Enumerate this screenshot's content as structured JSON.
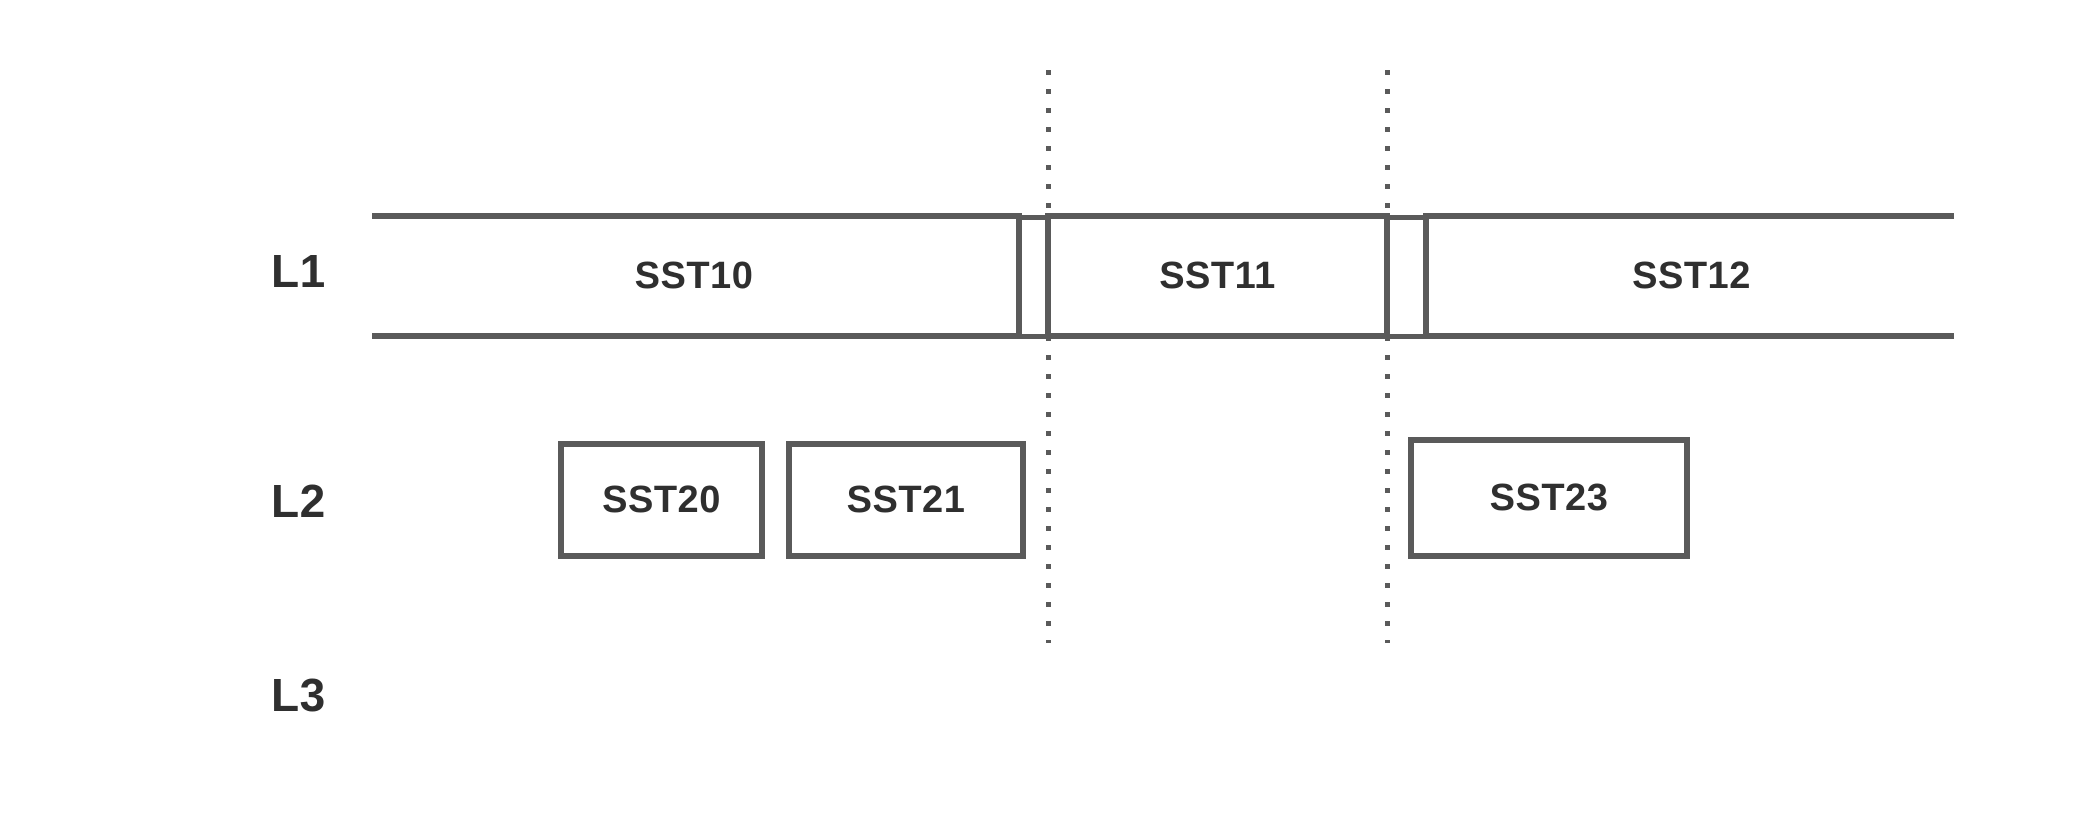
{
  "diagram": {
    "type": "timeline-interval-diagram",
    "background_color": "#ffffff",
    "stroke_color": "#5a5a5a",
    "text_color": "#2f2f2f",
    "rows": [
      {
        "id": "L1",
        "label": "L1",
        "open_track": true,
        "boxes": [
          {
            "id": "SST10",
            "label": "SST10"
          },
          {
            "id": "SST11",
            "label": "SST11"
          },
          {
            "id": "SST12",
            "label": "SST12"
          }
        ]
      },
      {
        "id": "L2",
        "label": "L2",
        "open_track": false,
        "boxes": [
          {
            "id": "SST20",
            "label": "SST20"
          },
          {
            "id": "SST21",
            "label": "SST21"
          },
          {
            "id": "SST23",
            "label": "SST23"
          }
        ]
      },
      {
        "id": "L3",
        "label": "L3",
        "open_track": false,
        "boxes": []
      }
    ],
    "dividers": [
      {
        "id": "divider-left",
        "aligns_with": "SST11-left-edge"
      },
      {
        "id": "divider-right",
        "aligns_with": "SST11-right-edge"
      }
    ]
  }
}
